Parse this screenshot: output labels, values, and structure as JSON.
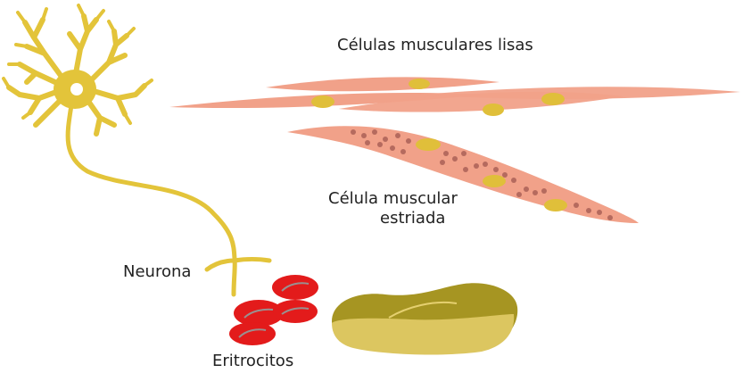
{
  "labels": {
    "smooth_muscle": "Células musculares lisas",
    "striated_muscle_line1": "Célula muscular",
    "striated_muscle_line2": "estriada",
    "neuron": "Neurona",
    "erythrocytes": "Eritrocitos"
  },
  "colors": {
    "neuron": "#e3c43a",
    "muscle": "#f1a189",
    "muscle_edge": "#e88e77",
    "nucleus": "#e0bf3a",
    "striation_dot": "#b56a5e",
    "erythrocyte": "#e31b1b",
    "erythrocyte_dark": "#b51212",
    "blob_top": "#a69522",
    "blob_bottom": "#dcc660"
  }
}
